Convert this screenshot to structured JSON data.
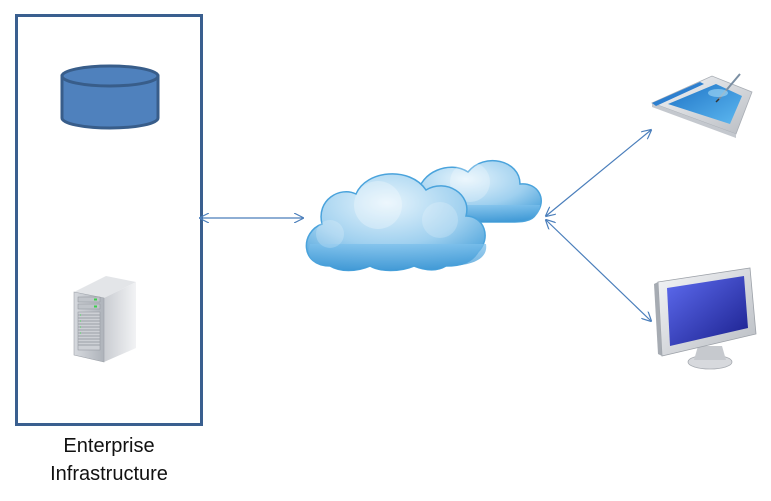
{
  "diagram": {
    "title": "Enterprise Infrastructure cloud connectivity",
    "infrastructure_box": {
      "label_line1": "Enterprise",
      "label_line2": "Infrastructure",
      "border_color": "#3a5f8f",
      "components": [
        "database-icon",
        "server-icon"
      ]
    },
    "cloud": {
      "icon": "cloud-icon",
      "color": "#5aaee0"
    },
    "devices": [
      {
        "icon": "tablet-icon",
        "name": "tablet"
      },
      {
        "icon": "monitor-icon",
        "name": "desktop-monitor"
      }
    ],
    "connections": [
      {
        "from": "enterprise-infrastructure",
        "to": "cloud",
        "type": "bidirectional"
      },
      {
        "from": "cloud",
        "to": "tablet",
        "type": "bidirectional"
      },
      {
        "from": "cloud",
        "to": "desktop-monitor",
        "type": "bidirectional"
      }
    ],
    "arrow_color": "#4a7ebb",
    "database_fill": "#4f81bd"
  }
}
